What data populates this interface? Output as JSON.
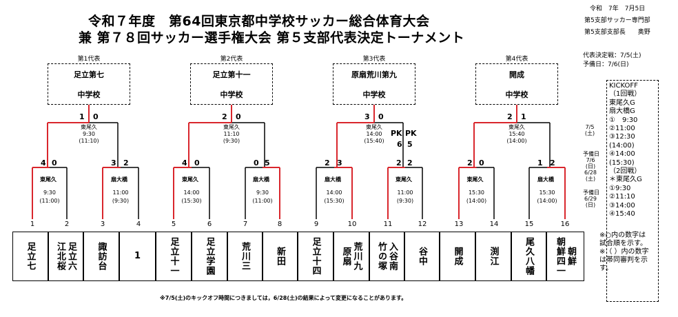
{
  "header": {
    "title_line1": "令和７年度　第64回東京都中学校サッカー総合体育大会",
    "title_line2": "兼 第７８回サッカー選手権大会 第５支部代表決定トーナメント",
    "date": "令和　7年　7月5日",
    "org1": "第5支部サッカー専門部",
    "org2": "第5支部支部長　　奥野",
    "decision_date": "代表決定戦：7/5(土)",
    "reserve_date": "予備日：7/6(日)"
  },
  "representatives": [
    {
      "label": "第1代表",
      "line1": "足立第七",
      "line2": "中学校"
    },
    {
      "label": "第2代表",
      "line1": "足立第十一",
      "line2": "中学校"
    },
    {
      "label": "第3代表",
      "line1": "原扇荒川第九",
      "line2": "中学校"
    },
    {
      "label": "第4代表",
      "line1": "開成",
      "line2": "中学校"
    }
  ],
  "finals": [
    {
      "score_l": "1",
      "score_r": "0",
      "venue": "東尾久",
      "time": "9:30",
      "ref": "(11:10)"
    },
    {
      "score_l": "2",
      "score_r": "0",
      "venue": "東尾久",
      "time": "11:10",
      "ref": "(9:30)"
    },
    {
      "score_l": "3",
      "score_r": "0",
      "venue": "東尾久",
      "time": "14:00",
      "ref": "(15:40)",
      "pk_label_l": "PK",
      "pk_label_r": "PK",
      "pk_l": "6",
      "pk_r": "5"
    },
    {
      "score_l": "2",
      "score_r": "1",
      "venue": "東尾久",
      "time": "15:40",
      "ref": "(14:00)"
    }
  ],
  "first_round": [
    {
      "score_l": "4",
      "score_r": "0",
      "venue": "東尾久",
      "time": "9:30",
      "ref": "(11:00)"
    },
    {
      "score_l": "3",
      "score_r": "2",
      "venue": "扇大橋",
      "time": "11:00",
      "ref": "(9:30)"
    },
    {
      "score_l": "4",
      "score_r": "0",
      "venue": "東尾久",
      "time": "14:00",
      "ref": "(15:30)"
    },
    {
      "score_l": "0",
      "score_r": "5",
      "venue": "扇大橋",
      "time": "9:30",
      "ref": "(11:00)"
    },
    {
      "score_l": "2",
      "score_r": "3",
      "venue": "扇大橋",
      "time": "14:00",
      "ref": "(15:30)"
    },
    {
      "score_l": "2",
      "score_r": "2",
      "venue": "東尾久",
      "time": "11:00",
      "ref": "(9:30)"
    },
    {
      "score_l": "2",
      "score_r": "0",
      "venue": "東尾久",
      "time": "15:30",
      "ref": "(14:00)"
    },
    {
      "score_l": "1",
      "score_r": "2",
      "venue": "扇大橋",
      "time": "15:30",
      "ref": "(14:00)"
    }
  ],
  "teams": [
    {
      "num": "1",
      "cols": [
        "足立七"
      ]
    },
    {
      "num": "2",
      "cols": [
        "足立六",
        "江北桜"
      ]
    },
    {
      "num": "3",
      "cols": [
        "諏訪台"
      ]
    },
    {
      "num": "4",
      "cols": [
        "1"
      ]
    },
    {
      "num": "5",
      "cols": [
        "足立十一"
      ]
    },
    {
      "num": "6",
      "cols": [
        "足立学園"
      ]
    },
    {
      "num": "7",
      "cols": [
        "荒川三"
      ]
    },
    {
      "num": "8",
      "cols": [
        "新田"
      ]
    },
    {
      "num": "9",
      "cols": [
        "足立十四"
      ]
    },
    {
      "num": "10",
      "cols": [
        "荒川九",
        "原扇"
      ]
    },
    {
      "num": "11",
      "cols": [
        "入谷南",
        "竹の塚"
      ]
    },
    {
      "num": "12",
      "cols": [
        "谷中"
      ]
    },
    {
      "num": "13",
      "cols": [
        "開成"
      ]
    },
    {
      "num": "14",
      "cols": [
        "渕江"
      ]
    },
    {
      "num": "15",
      "cols": [
        "尾久八幡"
      ]
    },
    {
      "num": "16",
      "cols": [
        "朝鮮",
        "朝鮮四一"
      ]
    }
  ],
  "schedule_side": {
    "d1": "7/5",
    "d1b": "(土)",
    "r1": "予備日",
    "r1b": "7/6",
    "r1c": "(日)",
    "d2": "6/28",
    "d2b": "(土)",
    "r2": "予備日",
    "r2b": "6/29",
    "r2c": "(日)"
  },
  "kickoff_box": [
    "KICKOFF",
    "（1回戦）",
    "東尾久G",
    "扇大橋G",
    "①　9:30",
    "②11:00",
    "③12:30",
    "(14:00)",
    "④14:00",
    "(15:30)",
    "（2回戦）",
    "＊東尾久G",
    "①9:30",
    "②11:10",
    "③14:00",
    "④15:40"
  ],
  "notes": [
    "※○内の数字は",
    "試合順を示す。",
    "※（ ）内の数字",
    "は帯同審判を示",
    "す。"
  ],
  "footnote": "※7/5(土)のキックオフ時間につきましては，6/28(土)の結果によって変更になることがあります。",
  "colors": {
    "win_line": "#d9262c",
    "line": "#000000"
  }
}
